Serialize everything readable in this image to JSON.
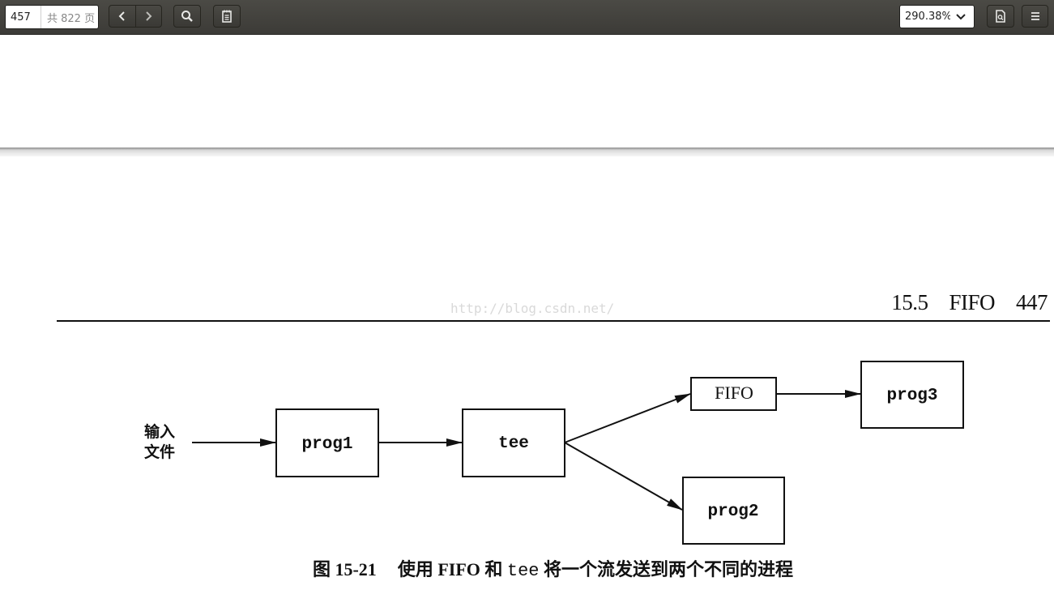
{
  "toolbar": {
    "page_current": "457",
    "page_total": "共 822 页",
    "zoom_value": "290.38%"
  },
  "icons": {
    "prev": "chevron-left-icon",
    "next": "chevron-right-icon",
    "search": "search-icon",
    "annotations": "notepad-icon",
    "zoom_dropdown": "chevron-down-icon",
    "document_properties": "document-icon",
    "menu": "hamburger-menu-icon"
  },
  "colors": {
    "toolbar_bg": "#3c3b37",
    "page_bg": "#ffffff",
    "ink": "#111111",
    "watermark": "#d9d9d9"
  },
  "page": {
    "running_head": {
      "section": "15.5",
      "title": "FIFO",
      "page_number": "447"
    },
    "watermark": "http://blog.csdn.net/",
    "diagram": {
      "input_label_line1": "输入",
      "input_label_line2": "文件",
      "prog1": "prog1",
      "tee": "tee",
      "fifo": "FIFO",
      "prog2": "prog2",
      "prog3": "prog3"
    },
    "caption": {
      "number": "图 15-21",
      "text_before": "使用 FIFO 和",
      "code": "tee",
      "text_after": "将一个流发送到两个不同的进程"
    }
  }
}
